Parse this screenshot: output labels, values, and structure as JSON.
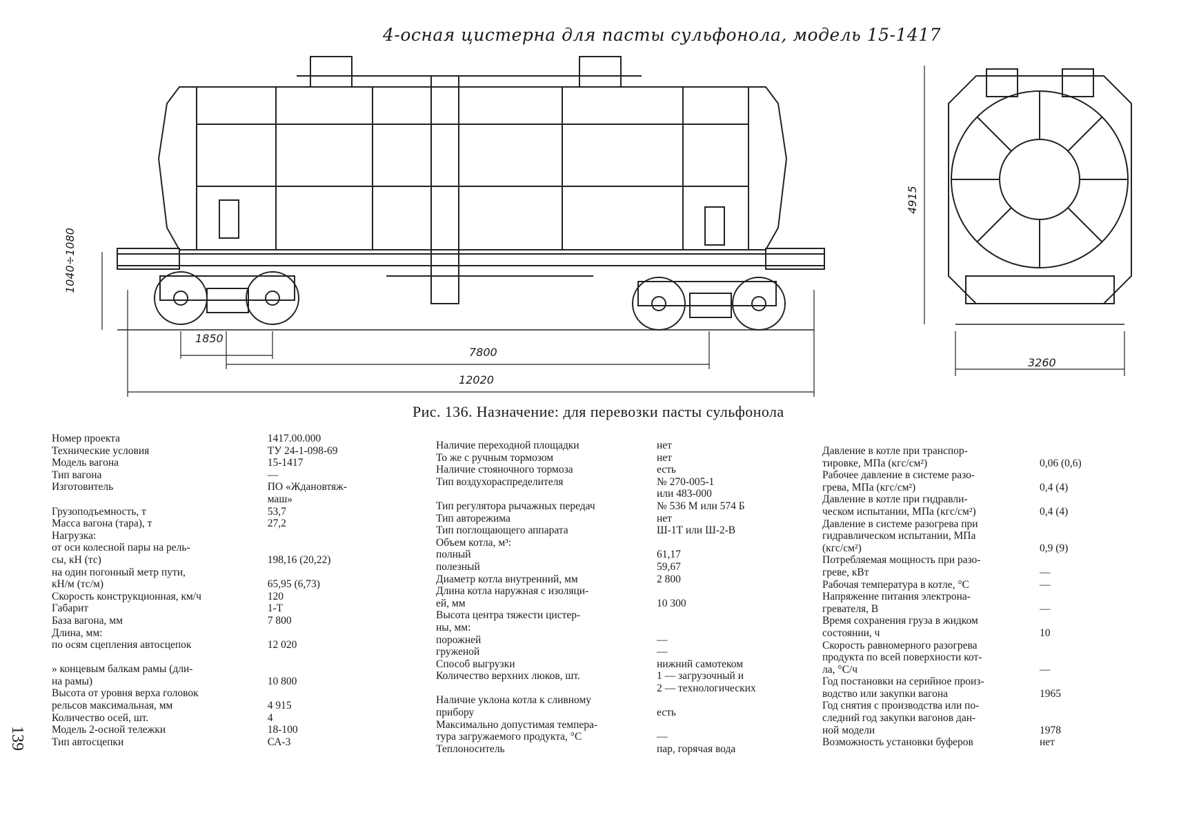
{
  "title": "4-осная цистерна для пасты сульфонола, модель 15-1417",
  "caption": "Рис. 136. Назначение: для перевозки пасты сульфонола",
  "dimensions": {
    "buffer_height": "1040÷1080",
    "bogie_base": "1850",
    "car_base": "7800",
    "length": "12020",
    "height": "4915",
    "width": "3260"
  },
  "page_number": "139",
  "columns": [
    [
      {
        "label": "Номер проекта",
        "value": "1417.00.000"
      },
      {
        "label": "Технические условия",
        "value": "ТУ 24-1-098-69"
      },
      {
        "label": "Модель вагона",
        "value": "15-1417"
      },
      {
        "label": "Тип вагона",
        "value": "—"
      },
      {
        "label": "Изготовитель",
        "value": "ПО «Ждановтяж-\nмаш»"
      },
      {
        "label": "Грузоподъемность, т",
        "value": "53,7"
      },
      {
        "label": "Масса вагона (тара), т",
        "value": "27,2"
      },
      {
        "label": "Нагрузка:",
        "value": ""
      },
      {
        "label": "    от оси колесной пары на рель-\n    сы, кН (тс)",
        "value": "\n198,16 (20,22)"
      },
      {
        "label": "    на один погонный метр пути,\n    кН/м (тс/м)",
        "value": "\n65,95 (6,73)"
      },
      {
        "label": "Скорость конструкционная, км/ч",
        "value": "120"
      },
      {
        "label": "Габарит",
        "value": "1-Т"
      },
      {
        "label": "База вагона, мм",
        "value": "7 800"
      },
      {
        "label": "Длина, мм:",
        "value": ""
      },
      {
        "label": "    по осям сцепления автосцепок",
        "value": "12 020"
      },
      {
        "label": "\n    »  концевым балкам рамы (дли-\n    на рамы)",
        "value": "\n\n10 800"
      },
      {
        "label": "Высота от уровня верха головок\nрельсов максимальная, мм",
        "value": "\n4 915"
      },
      {
        "label": "Количество осей, шт.",
        "value": "4"
      },
      {
        "label": "Модель 2-осной тележки",
        "value": "18-100"
      },
      {
        "label": "Тип автосцепки",
        "value": "СА-3"
      }
    ],
    [
      {
        "label": "Наличие переходной площадки",
        "value": "нет"
      },
      {
        "label": "То же с ручным тормозом",
        "value": "нет"
      },
      {
        "label": "Наличие стояночного тормоза",
        "value": "есть"
      },
      {
        "label": "Тип воздухораспределителя",
        "value": "№ 270-005-1\nили 483-000"
      },
      {
        "label": "Тип регулятора рычажных передач",
        "value": "№ 536 М или 574 Б"
      },
      {
        "label": "Тип авторежима",
        "value": "нет"
      },
      {
        "label": "Тип поглощающего аппарата",
        "value": "Ш-1Т или Ш-2-В"
      },
      {
        "label": "Объем котла, м³:",
        "value": ""
      },
      {
        "label": "        полный",
        "value": "61,17"
      },
      {
        "label": "        полезный",
        "value": "59,67"
      },
      {
        "label": "Диаметр котла внутренний, мм",
        "value": "2 800"
      },
      {
        "label": "Длина котла наружная с изоляци-\nей, мм",
        "value": "\n10 300"
      },
      {
        "label": "Высота центра тяжести цистер-\nны, мм:",
        "value": ""
      },
      {
        "label": "        порожней",
        "value": "—"
      },
      {
        "label": "        груженой",
        "value": "—"
      },
      {
        "label": "Способ выгрузки",
        "value": "нижний самотеком"
      },
      {
        "label": "Количество верхних люков, шт.",
        "value": "1 — загрузочный  и\n2 — технологических"
      },
      {
        "label": "Наличие уклона котла к сливному\nприбору",
        "value": "\nесть"
      },
      {
        "label": "Максимально допустимая темпера-\nтура загружаемого продукта, °С",
        "value": "\n—"
      },
      {
        "label": "Теплоноситель",
        "value": "пар, горячая вода"
      }
    ],
    [
      {
        "label": "Давление в котле при транспор-\nтировке, МПа (кгс/см²)",
        "value": "\n0,06 (0,6)"
      },
      {
        "label": "Рабочее давление в системе разо-\nгрева, МПа (кгс/см²)",
        "value": "\n0,4 (4)"
      },
      {
        "label": "Давление в котле при гидравли-\nческом испытании, МПа (кгс/см²)",
        "value": "\n0,4 (4)"
      },
      {
        "label": "Давление в системе разогрева при\nгидравлическом испытании, МПа\n(кгс/см²)",
        "value": "\n\n0,9 (9)"
      },
      {
        "label": "Потребляемая мощность при разо-\nгреве, кВт",
        "value": "\n—"
      },
      {
        "label": "Рабочая температура в котле, °С",
        "value": "—"
      },
      {
        "label": "Напряжение питания электрона-\nгревателя, В",
        "value": "\n—"
      },
      {
        "label": "Время сохранения груза в жидком\nсостоянии, ч",
        "value": "\n10"
      },
      {
        "label": "Скорость равномерного разогрева\nпродукта по всей поверхности кот-\nла, °С/ч",
        "value": "\n\n—"
      },
      {
        "label": "Год постановки на серийное произ-\nводство или закупки вагона",
        "value": "\n1965"
      },
      {
        "label": "Год снятия с производства или по-\nследний год закупки вагонов дан-\nной модели",
        "value": "\n\n1978"
      },
      {
        "label": "Возможность установки буферов",
        "value": "нет"
      }
    ]
  ]
}
